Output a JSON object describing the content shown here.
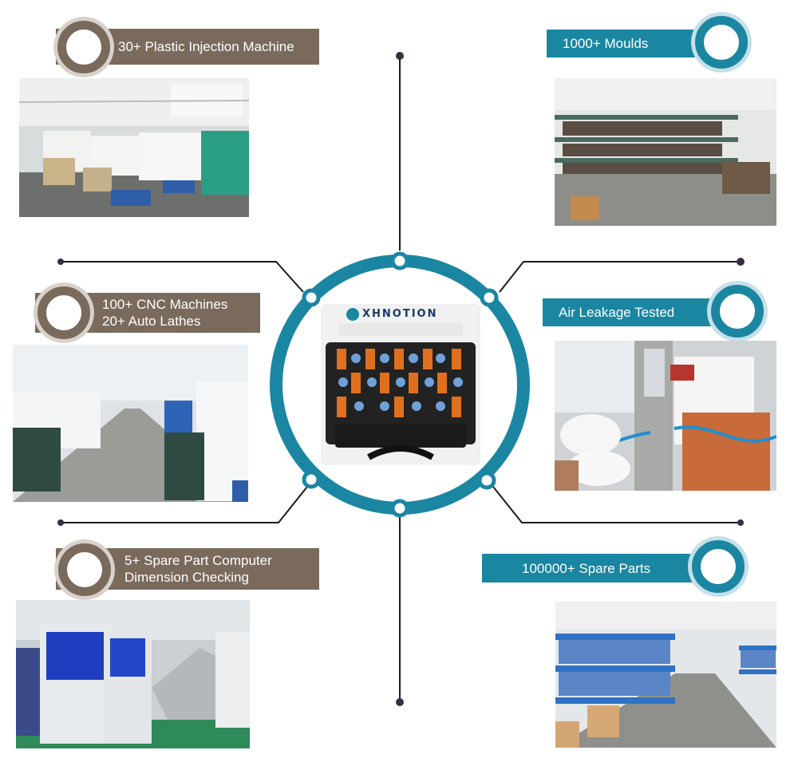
{
  "items": [
    {
      "id": "injection-machines",
      "label_lines": [
        "30+ Plastic Injection Machine"
      ]
    },
    {
      "id": "moulds",
      "label_lines": [
        "1000+ Moulds"
      ]
    },
    {
      "id": "cnc-machines",
      "label_lines": [
        "100+ CNC Machines",
        "20+ Auto Lathes"
      ]
    },
    {
      "id": "air-leakage",
      "label_lines": [
        "Air Leakage Tested"
      ]
    },
    {
      "id": "dimension-checking",
      "label_lines": [
        "5+ Spare Part Computer",
        "Dimension Checking"
      ]
    },
    {
      "id": "spare-parts",
      "label_lines": [
        "100000+ Spare Parts"
      ]
    }
  ],
  "center": {
    "brand": "XHNOTION"
  },
  "colors": {
    "teal": "#1a86a2",
    "brown": "#7a6a5c",
    "line": "#1b1b1b",
    "dot": "#3a2c44"
  }
}
